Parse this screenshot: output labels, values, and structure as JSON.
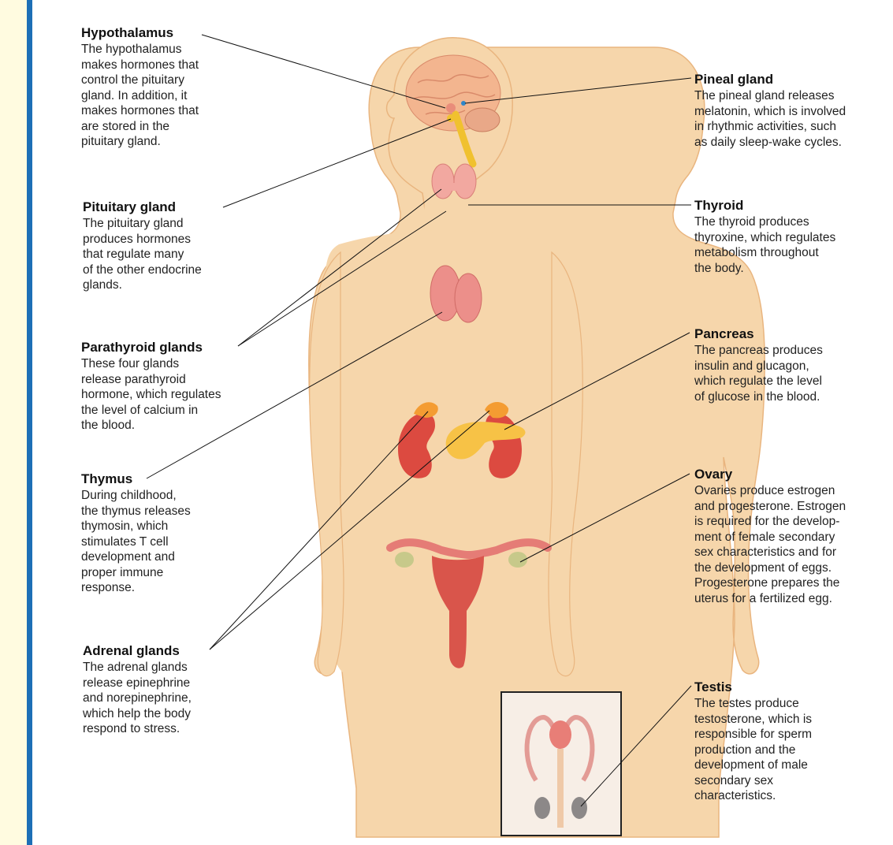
{
  "colors": {
    "skin": "#f6d6ab",
    "skin_edge": "#e9b57f",
    "accent_bar": "#1d6fb6",
    "margin_yellow": "#fffbe0",
    "organ_red": "#d6443a",
    "organ_orange": "#f49c32",
    "pancreas_yellow": "#f7c246",
    "gland_pink": "#f2a8a0",
    "ovary_green": "#c7c98a"
  },
  "labels": {
    "hypothalamus": {
      "title": "Hypothalamus",
      "desc": "The hypothalamus\nmakes hormones that\ncontrol the pituitary\ngland. In addition, it\nmakes hormones that\nare stored in the\npituitary gland."
    },
    "pituitary": {
      "title": "Pituitary gland",
      "desc": "The pituitary gland\nproduces hormones\nthat regulate many\nof the other endocrine\nglands."
    },
    "parathyroid": {
      "title": "Parathyroid glands",
      "desc": "These four glands\nrelease parathyroid\nhormone, which regulates\nthe level of calcium in\nthe blood."
    },
    "thymus": {
      "title": "Thymus",
      "desc": "During childhood,\nthe thymus releases\nthymosin, which\nstimulates T cell\ndevelopment and\nproper immune\nresponse."
    },
    "adrenal": {
      "title": "Adrenal glands",
      "desc": "The adrenal glands\nrelease epinephrine\nand norepinephrine,\nwhich help the body\nrespond to stress."
    },
    "pineal": {
      "title": "Pineal gland",
      "desc": "The pineal gland releases\nmelatonin, which is involved\nin rhythmic activities, such\nas daily sleep-wake cycles."
    },
    "thyroid": {
      "title": "Thyroid",
      "desc": "The thyroid produces\nthyroxine, which regulates\nmetabolism throughout\nthe body."
    },
    "pancreas": {
      "title": "Pancreas",
      "desc": "The pancreas produces\ninsulin and glucagon,\nwhich regulate the level\nof glucose in the blood."
    },
    "ovary": {
      "title": "Ovary",
      "desc": "Ovaries produce estrogen\nand progesterone. Estrogen\nis required for the develop-\nment of female secondary\nsex characteristics and for\nthe development of eggs.\nProgesterone prepares the\nuterus for a fertilized egg."
    },
    "testis": {
      "title": "Testis",
      "desc": "The testes produce\ntestosterone, which is\nresponsible for sperm\nproduction and the\ndevelopment of male\nsecondary sex\ncharacteristics."
    }
  }
}
